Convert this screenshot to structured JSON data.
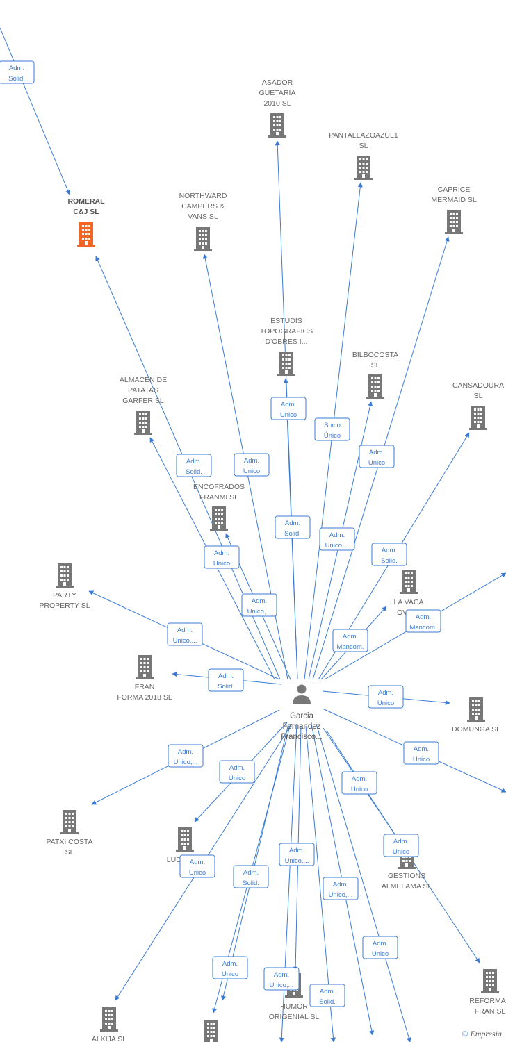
{
  "colors": {
    "edge": "#3a7bd5",
    "building": "#777777",
    "highlight": "#f26522",
    "person": "#777777"
  },
  "center": {
    "icon": "person-icon",
    "lines": [
      "Garcia",
      "Fernandez",
      "Francisco..."
    ]
  },
  "nodes": [
    {
      "id": "romeral",
      "lines": [
        "ROMERAL",
        "C&J  SL"
      ],
      "highlight": true,
      "icon": "building-icon"
    },
    {
      "id": "northward",
      "lines": [
        "NORTHWARD",
        "CAMPERS &",
        "VANS  SL"
      ],
      "icon": "building-icon"
    },
    {
      "id": "asador",
      "lines": [
        "ASADOR",
        "GUETARIA",
        "2010 SL"
      ],
      "icon": "building-icon"
    },
    {
      "id": "pantalla",
      "lines": [
        "PANTALLAZOAZUL1",
        "SL"
      ],
      "icon": "building-icon"
    },
    {
      "id": "caprice",
      "lines": [
        "CAPRICE",
        "MERMAID  SL"
      ],
      "icon": "building-icon"
    },
    {
      "id": "estudis",
      "lines": [
        "ESTUDIS",
        "TOPOGRAFICS",
        "D'OBRES I..."
      ],
      "icon": "building-icon"
    },
    {
      "id": "bilbocosta",
      "lines": [
        "BILBOCOSTA",
        "SL"
      ],
      "icon": "building-icon"
    },
    {
      "id": "cansadoura",
      "lines": [
        "CANSADOURA",
        "SL"
      ],
      "icon": "building-icon"
    },
    {
      "id": "almacen",
      "lines": [
        "ALMACEN DE",
        "PATATAS",
        "GARFER  SL"
      ],
      "icon": "building-icon"
    },
    {
      "id": "encofrados",
      "lines": [
        "ENCOFRADOS",
        "FRANMI  SL"
      ],
      "icon": "building-icon"
    },
    {
      "id": "party",
      "lines": [
        "PARTY",
        "PROPERTY  SL"
      ],
      "icon": "building-icon"
    },
    {
      "id": "lavaca",
      "lines": [
        "LA VACA",
        "OVIE..."
      ],
      "icon": "building-icon"
    },
    {
      "id": "fran",
      "lines": [
        "FRAN",
        "FORMA 2018  SL"
      ],
      "icon": "building-icon"
    },
    {
      "id": "domunga",
      "lines": [
        "DOMUNGA SL"
      ],
      "icon": "building-icon"
    },
    {
      "id": "patxi",
      "lines": [
        "PATXI COSTA",
        "SL"
      ],
      "icon": "building-icon"
    },
    {
      "id": "ludona",
      "lines": [
        "LUDONA..."
      ],
      "icon": "building-icon"
    },
    {
      "id": "gestions",
      "lines": [
        "GESTIONS",
        "ALMELAMA  SL"
      ],
      "icon": "building-icon"
    },
    {
      "id": "reformas",
      "lines": [
        "REFORMAS",
        "FRAN SL"
      ],
      "icon": "building-icon"
    },
    {
      "id": "humor",
      "lines": [
        "HUMOR",
        "ORIGENIAL SL"
      ],
      "icon": "building-icon"
    },
    {
      "id": "alkija",
      "lines": [
        "ALKIJA  SL"
      ],
      "icon": "building-icon"
    },
    {
      "id": "bottom",
      "lines": [],
      "icon": "building-icon"
    }
  ],
  "edge_labels": [
    {
      "id": "e_top",
      "lines": [
        "Adm.",
        "Solid."
      ]
    },
    {
      "id": "e_estudis",
      "lines": [
        "Adm.",
        "Unico"
      ]
    },
    {
      "id": "e_pantalla",
      "lines": [
        "Socio",
        "Único"
      ]
    },
    {
      "id": "e_romeral",
      "lines": [
        "Adm.",
        "Solid."
      ]
    },
    {
      "id": "e_northward",
      "lines": [
        "Adm.",
        "Unico"
      ]
    },
    {
      "id": "e_caprice",
      "lines": [
        "Adm.",
        "Unico"
      ]
    },
    {
      "id": "e_asador",
      "lines": [
        "Adm.",
        "Solid."
      ]
    },
    {
      "id": "e_bilbocosta",
      "lines": [
        "Adm.",
        "Unico,..."
      ]
    },
    {
      "id": "e_almacen",
      "lines": [
        "Adm.",
        "Unico"
      ]
    },
    {
      "id": "e_cansadoura",
      "lines": [
        "Adm.",
        "Solid."
      ]
    },
    {
      "id": "e_encofrados",
      "lines": [
        "Adm.",
        "Unico,..."
      ]
    },
    {
      "id": "e_lavaca2",
      "lines": [
        "Adm.",
        "Mancom."
      ]
    },
    {
      "id": "e_party",
      "lines": [
        "Adm.",
        "Unico,..."
      ]
    },
    {
      "id": "e_lavaca",
      "lines": [
        "Adm.",
        "Mancom."
      ]
    },
    {
      "id": "e_fran",
      "lines": [
        "Adm.",
        "Solid."
      ]
    },
    {
      "id": "e_domunga",
      "lines": [
        "Adm.",
        "Unico"
      ]
    },
    {
      "id": "e_patxi",
      "lines": [
        "Adm.",
        "Unico,..."
      ]
    },
    {
      "id": "e_right",
      "lines": [
        "Adm.",
        "Unico"
      ]
    },
    {
      "id": "e_ludona",
      "lines": [
        "Adm.",
        "Unico"
      ]
    },
    {
      "id": "e_gestions",
      "lines": [
        "Adm.",
        "Unico"
      ]
    },
    {
      "id": "e_alkija",
      "lines": [
        "Adm.",
        "Unico"
      ]
    },
    {
      "id": "e_reformas",
      "lines": [
        "Adm.",
        "Unico"
      ]
    },
    {
      "id": "e_humor",
      "lines": [
        "Adm.",
        "Unico,..."
      ]
    },
    {
      "id": "e_s1",
      "lines": [
        "Adm.",
        "Solid."
      ]
    },
    {
      "id": "e_s2",
      "lines": [
        "Adm.",
        "Unico,..."
      ]
    },
    {
      "id": "e_s3",
      "lines": [
        "Adm.",
        "Unico"
      ]
    },
    {
      "id": "e_s4",
      "lines": [
        "Adm.",
        "Unico"
      ]
    },
    {
      "id": "e_s5",
      "lines": [
        "Adm.",
        "Unico,..."
      ]
    },
    {
      "id": "e_s6",
      "lines": [
        "Adm.",
        "Solid."
      ]
    }
  ],
  "footer": {
    "copyright": "©",
    "brand": "Empresia"
  }
}
